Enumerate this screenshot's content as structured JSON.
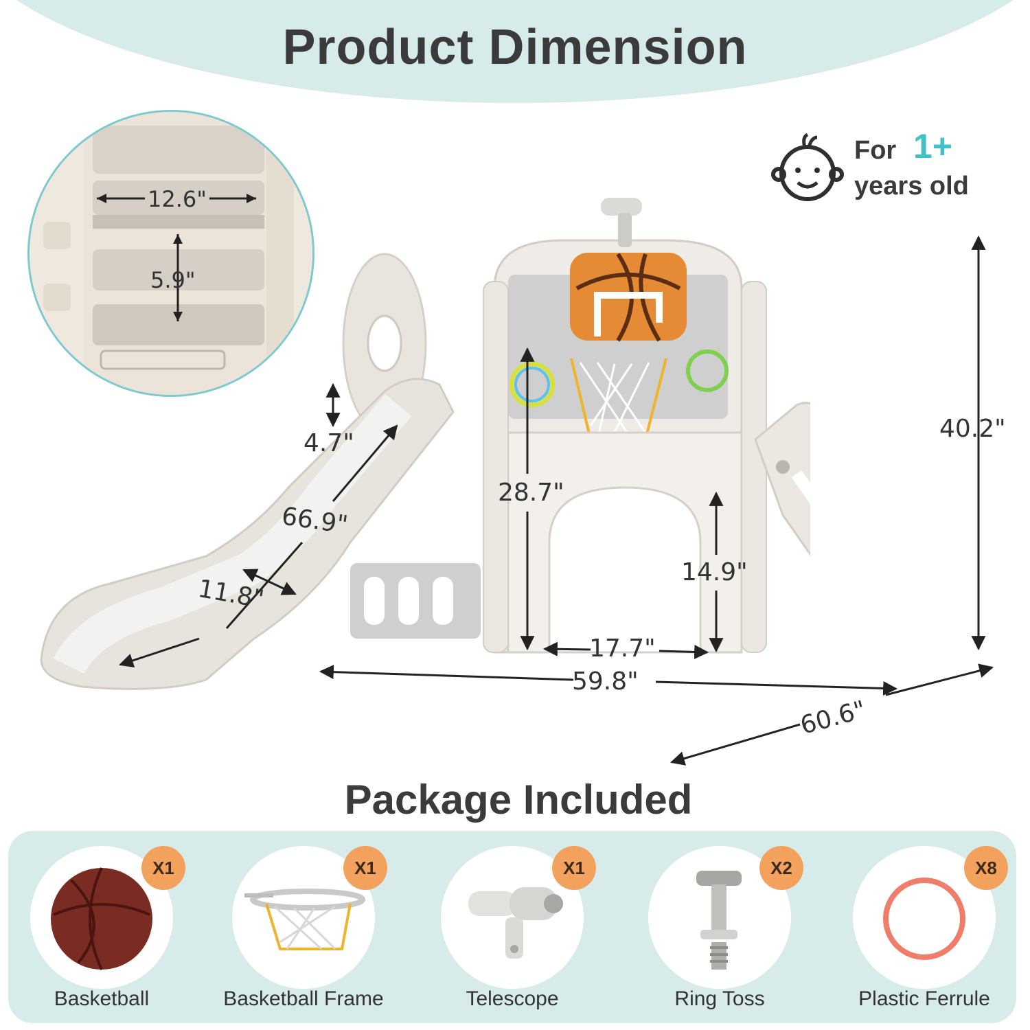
{
  "header": {
    "title": "Product Dimension"
  },
  "age": {
    "prefix": "For",
    "number": "1+",
    "suffix": "years old",
    "accent_color": "#3fc1c6"
  },
  "dimensions": {
    "step_width": "12.6\"",
    "step_height": "5.9\"",
    "slide_side_height": "4.7\"",
    "slide_length": "66.9\"",
    "slide_width": "11.8\"",
    "platform_height": "28.7\"",
    "tunnel_height": "14.9\"",
    "tunnel_width": "17.7\"",
    "total_length": "59.8\"",
    "total_depth": "60.6\"",
    "total_height": "40.2\""
  },
  "package": {
    "title": "Package Included",
    "items": [
      {
        "name": "Basketball",
        "qty": "X1",
        "icon": "basketball-icon"
      },
      {
        "name": "Basketball Frame",
        "qty": "X1",
        "icon": "hoop-frame-icon"
      },
      {
        "name": "Telescope",
        "qty": "X1",
        "icon": "telescope-icon"
      },
      {
        "name": "Ring Toss",
        "qty": "X2",
        "icon": "ring-toss-icon"
      },
      {
        "name": "Plastic Ferrule",
        "qty": "X8",
        "icon": "ring-icon"
      }
    ]
  },
  "colors": {
    "teal_band": "#d7ebea",
    "badge": "#f3a25e",
    "text": "#3b3b3b"
  }
}
